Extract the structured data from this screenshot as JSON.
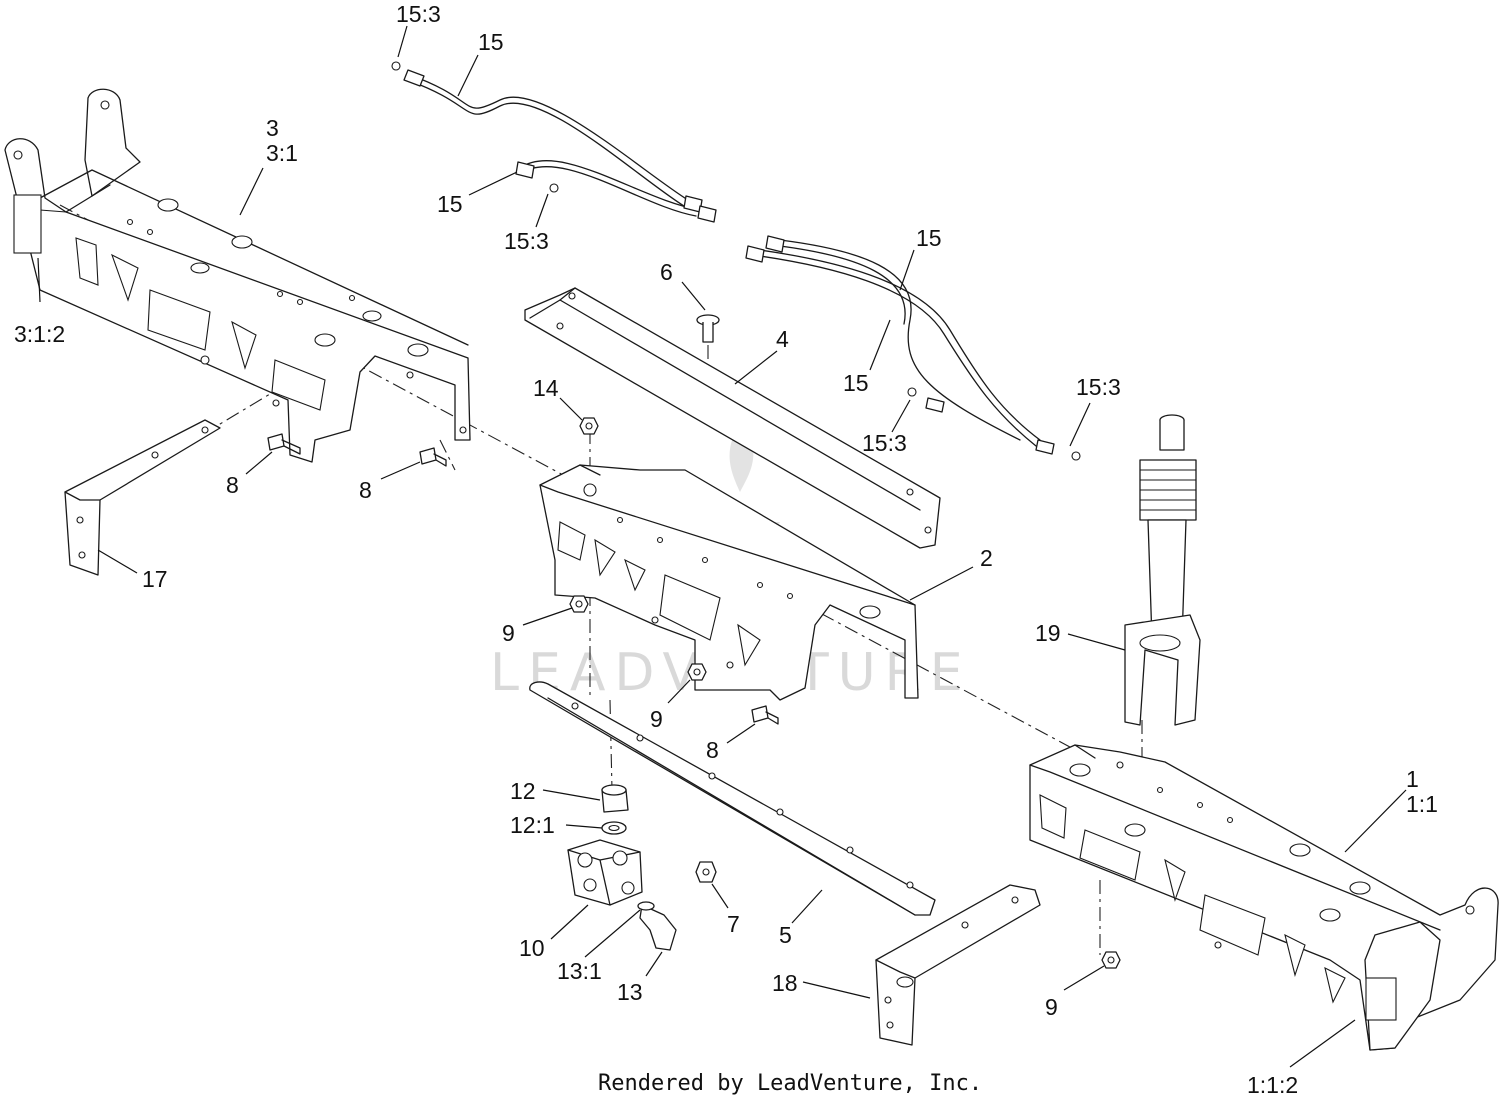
{
  "watermark": {
    "text": "LEADVENTURE"
  },
  "footer": {
    "credit": "Rendered by LeadVenture, Inc."
  },
  "callouts": {
    "c_15_3_a": "15:3",
    "c_15_a": "15",
    "c_3": "3",
    "c_3_1": "3:1",
    "c_15_b": "15",
    "c_15_3_b": "15:3",
    "c_3_1_2": "3:1:2",
    "c_15_c": "15",
    "c_6": "6",
    "c_4": "4",
    "c_15_d": "15",
    "c_15_3_c": "15:3",
    "c_15_3_d": "15:3",
    "c_14": "14",
    "c_8_a": "8",
    "c_8_b": "8",
    "c_17": "17",
    "c_2": "2",
    "c_9_a": "9",
    "c_19": "19",
    "c_9_b": "9",
    "c_8_c": "8",
    "c_12": "12",
    "c_12_1": "12:1",
    "c_1": "1",
    "c_1_1": "1:1",
    "c_7": "7",
    "c_10": "10",
    "c_13_1": "13:1",
    "c_5": "5",
    "c_13": "13",
    "c_18": "18",
    "c_9_c": "9",
    "c_1_1_2": "1:1:2"
  }
}
